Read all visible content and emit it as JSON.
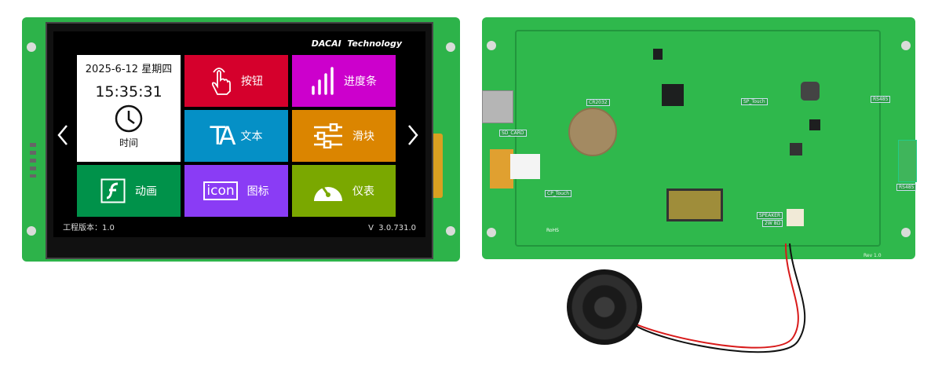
{
  "screen": {
    "brand": "DACAI  Technology",
    "date": "2025-6-12 星期四",
    "time": "15:35:31",
    "tiles": [
      {
        "label": "时间",
        "icon": "clock-icon",
        "color": "#ffffff"
      },
      {
        "label": "按钮",
        "icon": "hand-pointer-icon",
        "color": "#d5002c"
      },
      {
        "label": "进度条",
        "icon": "bar-chart-icon",
        "color": "#cc00cc"
      },
      {
        "label": "文本",
        "icon": "text-icon",
        "color": "#0590c6"
      },
      {
        "label": "滑块",
        "icon": "sliders-icon",
        "color": "#db8500"
      },
      {
        "label": "动画",
        "icon": "flash-icon",
        "color": "#00924a"
      },
      {
        "label": "图标",
        "icon": "icon-box-icon",
        "color": "#8a3cf5"
      },
      {
        "label": "仪表",
        "icon": "gauge-icon",
        "color": "#7aa800"
      }
    ],
    "text_icon_glyph": "TA",
    "icon_glyph": "icon",
    "project_version": "工程版本：1.0",
    "firmware_version": "V  3.0.731.0",
    "prev_icon": "chevron-left-icon",
    "next_icon": "chevron-right-icon"
  },
  "board": {
    "battery_label": "CR2032",
    "sd_label": "SD_CARD",
    "cp_touch_label": "CP_Touch",
    "sp_touch_label": "SP_Touch",
    "rs485_top": "RS485",
    "rs485_bottom": "RS485",
    "speaker_label": "SPEAKER",
    "speaker_spec": "2W 8Ω",
    "revision": "Rev 1.0",
    "rohs": "RoHS"
  }
}
